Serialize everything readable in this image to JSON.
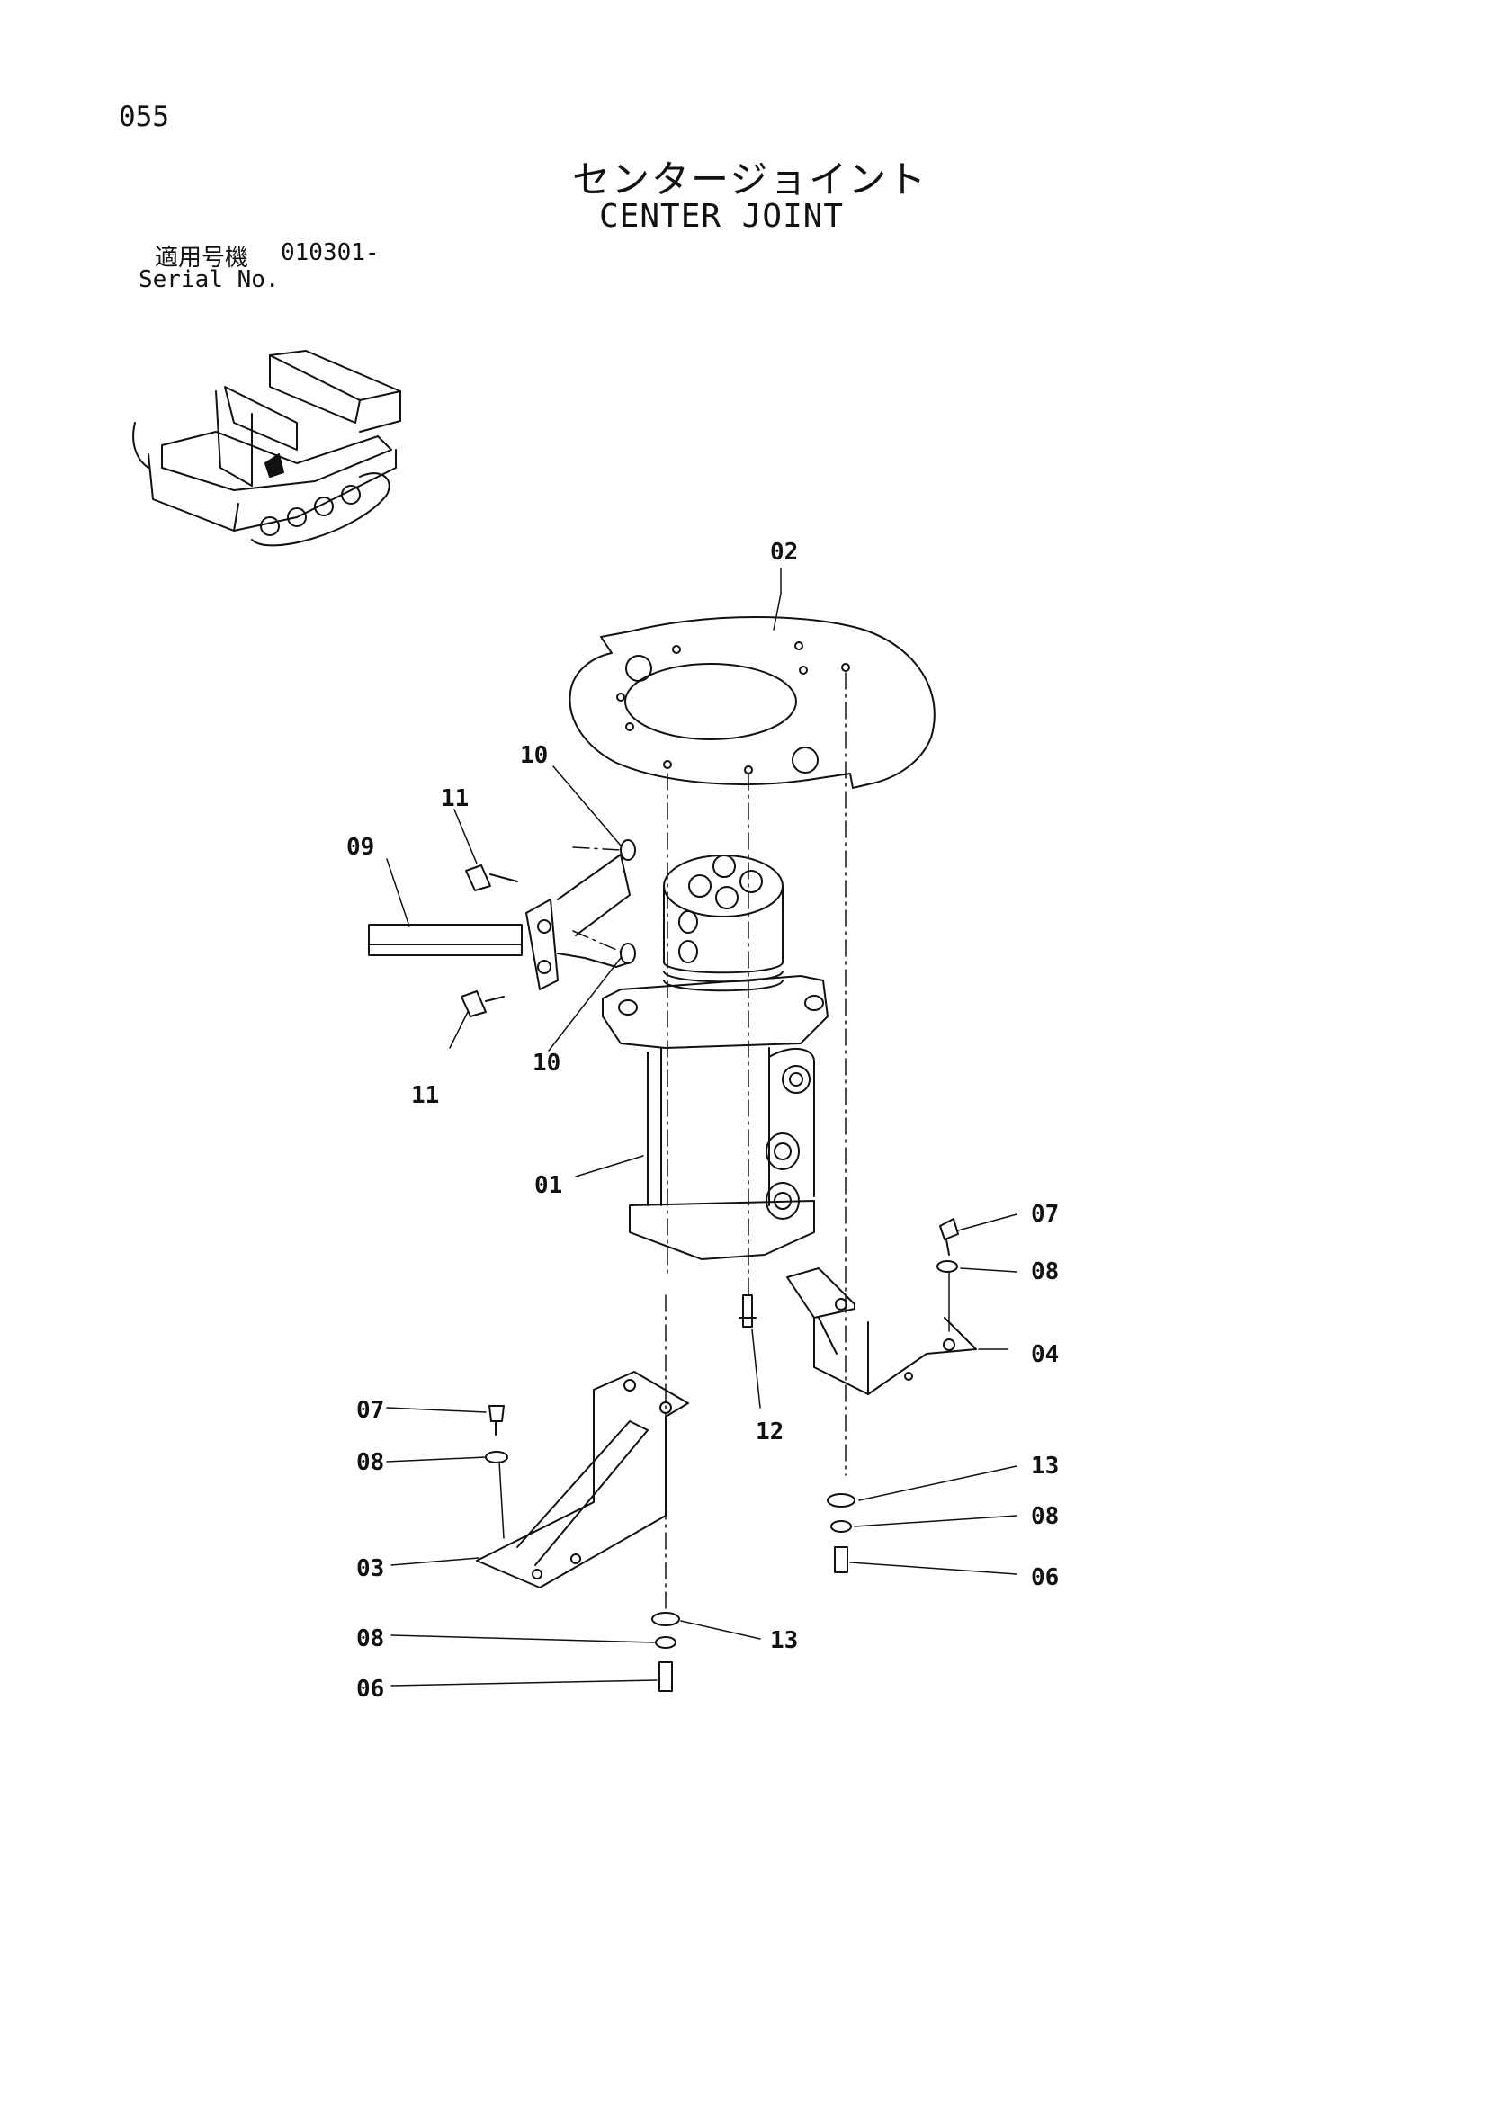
{
  "page": {
    "number": "055",
    "title_jp": "センタージョイント",
    "title_en": "CENTER JOINT"
  },
  "serial": {
    "label_jp": "適用号機",
    "value": "010301-",
    "label_en": "Serial No."
  },
  "callouts": {
    "c01": "01",
    "c02": "02",
    "c03": "03",
    "c04": "04",
    "c06a": "06",
    "c06b": "06",
    "c07a": "07",
    "c07b": "07",
    "c08a": "08",
    "c08b": "08",
    "c08c": "08",
    "c08d": "08",
    "c09": "09",
    "c10a": "10",
    "c10b": "10",
    "c11a": "11",
    "c11b": "11",
    "c12": "12",
    "c13a": "13",
    "c13b": "13"
  }
}
